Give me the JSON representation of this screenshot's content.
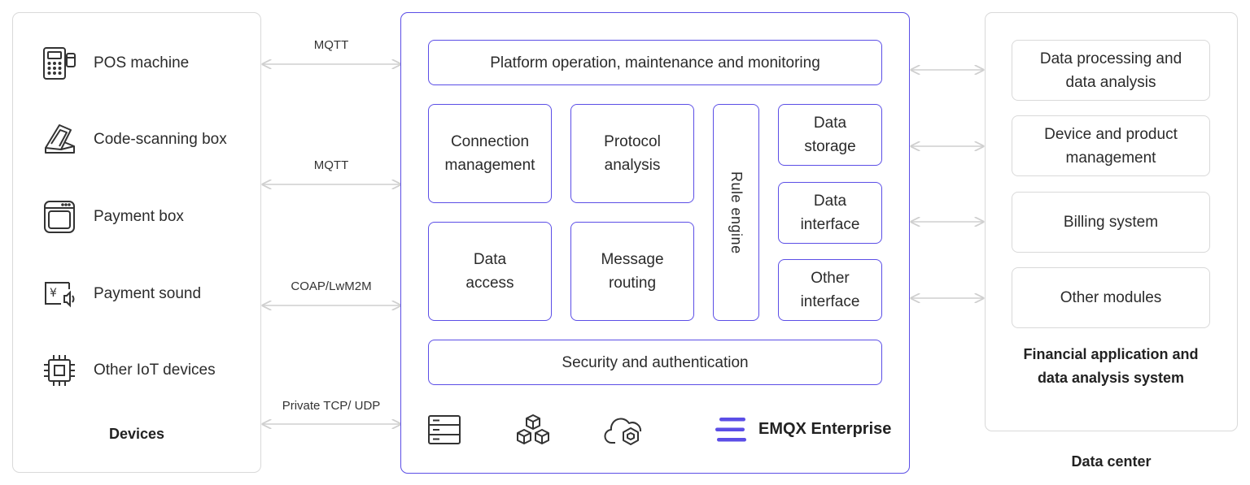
{
  "devices": {
    "items": [
      {
        "label": "POS machine",
        "icon": "pos-machine-icon"
      },
      {
        "label": "Code-scanning box",
        "icon": "scanner-icon"
      },
      {
        "label": "Payment box",
        "icon": "payment-box-icon"
      },
      {
        "label": "Payment sound",
        "icon": "payment-sound-icon"
      },
      {
        "label": "Other IoT devices",
        "icon": "chip-icon"
      }
    ],
    "caption": "Devices"
  },
  "protocols": [
    "MQTT",
    "MQTT",
    "COAP/LwM2M",
    "Private TCP/ UDP"
  ],
  "platform": {
    "top": "Platform operation, maintenance and monitoring",
    "modules": {
      "connection_management": "Connection management",
      "protocol_analysis": "Protocol analysis",
      "data_access": "Data access",
      "message_routing": "Message routing",
      "rule_engine": "Rule engine",
      "data_storage": "Data storage",
      "data_interface": "Data interface",
      "other_interface": "Other interface"
    },
    "bottom": "Security and authentication",
    "brand": "EMQX Enterprise",
    "footer_icons": [
      "server-icon",
      "cubes-icon",
      "cloud-icon"
    ]
  },
  "data_center": {
    "modules": [
      "Data processing and data analysis",
      "Device and product management",
      "Billing system",
      "Other modules"
    ],
    "system_caption": "Financial application and data analysis system",
    "caption": "Data center"
  },
  "colors": {
    "accent": "#5b4ee6",
    "border_gray": "#d9d9d9",
    "arrow": "#cfcfcf"
  }
}
